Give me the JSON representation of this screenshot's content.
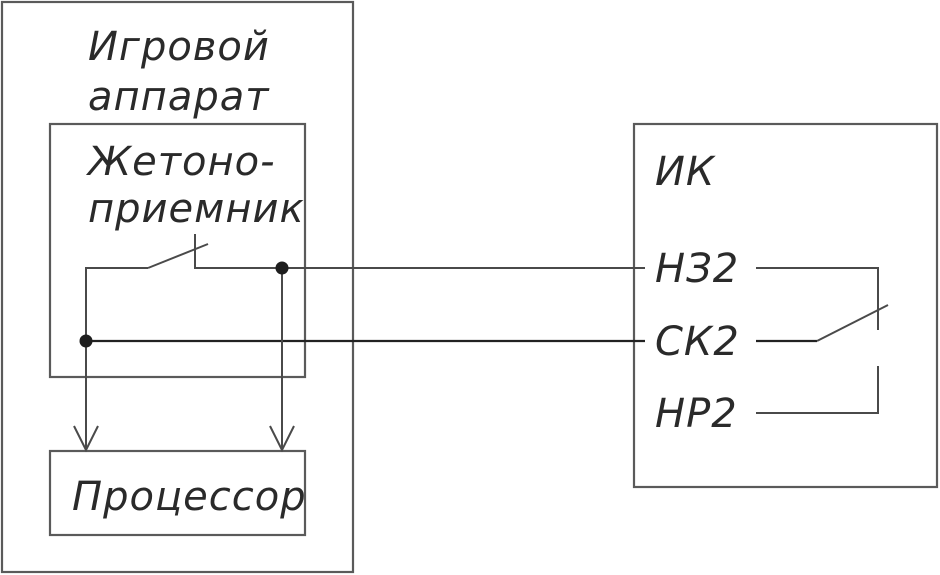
{
  "diagram": {
    "title": "Connection of coin acceptor and IK unit to game machine",
    "blocks": {
      "game_machine": {
        "label_line1": "Игровой",
        "label_line2": "аппарат"
      },
      "coin_acceptor": {
        "label_line1": "Жетоно-",
        "label_line2": "приемник"
      },
      "processor": {
        "label": "Процессор"
      },
      "ik": {
        "label": "ИК"
      }
    },
    "terminals": [
      {
        "id": "nc2",
        "label": "НЗ2"
      },
      {
        "id": "com2",
        "label": "СК2"
      },
      {
        "id": "no2",
        "label": "НР2"
      }
    ],
    "connections": [
      {
        "from": "coin_acceptor.switch",
        "to": "ik.НЗ2",
        "branch_to": "processor"
      },
      {
        "from": "coin_acceptor.common",
        "to": "ik.СК2",
        "branch_to": "processor"
      }
    ],
    "colors": {
      "line": "#4a4a4a",
      "box": "#5a5a5a",
      "node": "#1e1e1e",
      "text": "#2a2a2a"
    }
  }
}
